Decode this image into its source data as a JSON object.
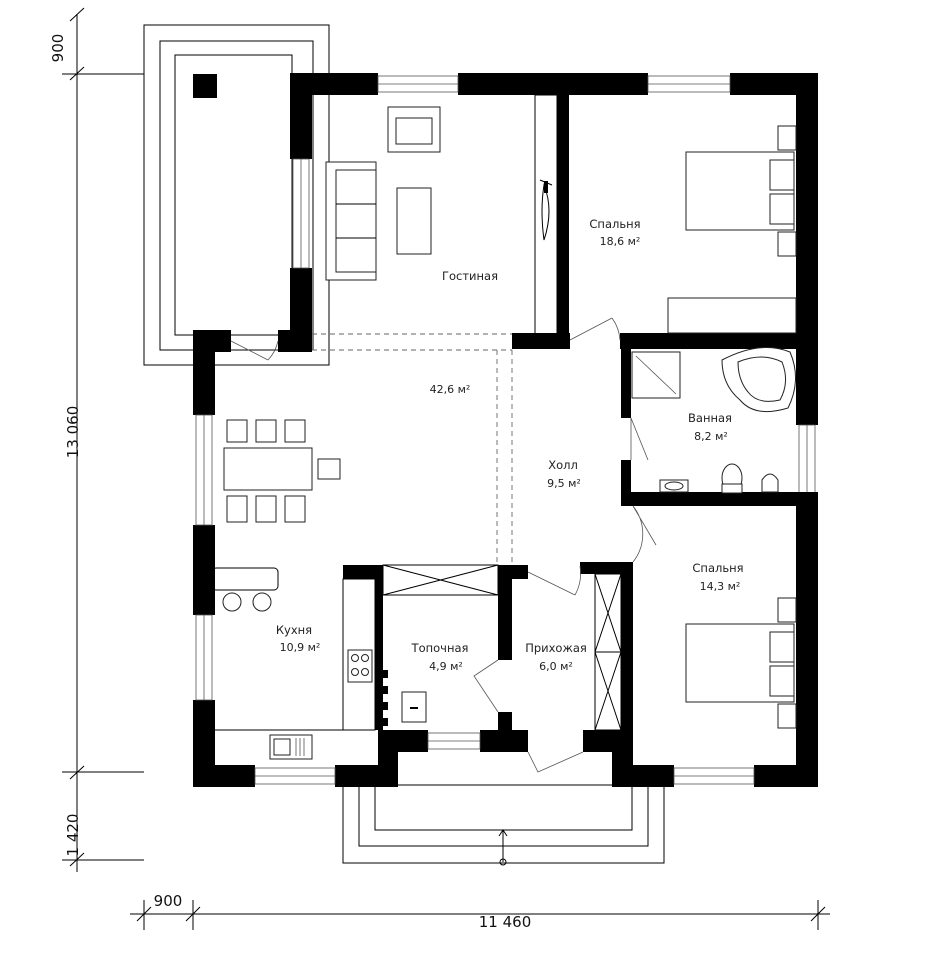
{
  "rooms": {
    "living": {
      "name": "Гостиная",
      "area": ""
    },
    "dining": {
      "name": "",
      "area": "42,6 м²"
    },
    "bedroom1": {
      "name": "Спальня",
      "area": "18,6 м²"
    },
    "bathroom": {
      "name": "Ванная",
      "area": "8,2 м²"
    },
    "hall": {
      "name": "Холл",
      "area": "9,5 м²"
    },
    "bedroom2": {
      "name": "Спальня",
      "area": "14,3 м²"
    },
    "kitchen": {
      "name": "Кухня",
      "area": "10,9 м²"
    },
    "boiler": {
      "name": "Топочная",
      "area": "4,9 м²"
    },
    "entry": {
      "name": "Прихожая",
      "area": "6,0 м²"
    }
  },
  "dimensions": {
    "left_top": "900",
    "left_total": "13 060",
    "left_bottom": "1 420",
    "bottom_left": "900",
    "bottom_total": "11 460"
  }
}
